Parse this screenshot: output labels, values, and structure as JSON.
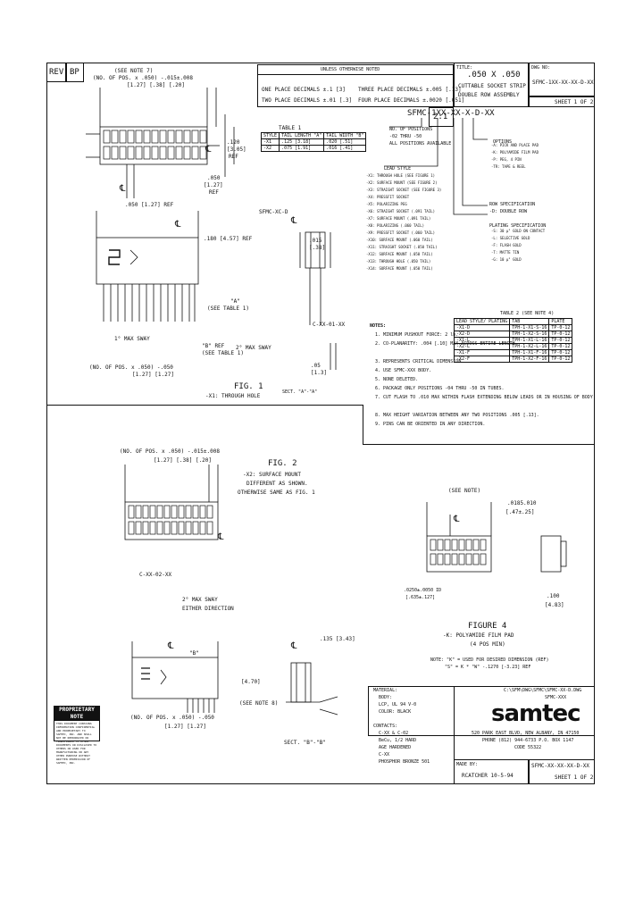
{
  "header": {
    "rev_label": "REV",
    "rev_value": "BP",
    "dwg_no_label": "DWG NO:",
    "title_label": "TITLE:",
    "title_line1": ".050 X .050",
    "title_line2": "CUTTABLE SOCKET STRIP",
    "title_line3": "DOUBLE ROW ASSEMBLY",
    "dwg_no": "SFMC-1XX-XX-XX-D-XX",
    "sheet": "SHEET 1 OF 2",
    "tol_header": "UNLESS OTHERWISE NOTED",
    "tol_1": "ONE PLACE DECIMALS ±.1 [3]",
    "tol_2": "THREE PLACE DECIMALS ±.005 [.13]",
    "tol_3": "TWO PLACE DECIMALS ±.01 [.3]",
    "tol_4": "FOUR PLACE DECIMALS ±.0020 [.051]",
    "scale": "2:1"
  },
  "part_code": {
    "pattern": "SFMC-1XX-XX-X-D-XX",
    "no_positions": "NO. OF POSITIONS",
    "positions_range": "-02 THRU -50",
    "positions_note": "ALL POSITIONS AVAILABLE",
    "lead_style": "LEAD STYLE",
    "plating": "PLATING SPECIFICATION",
    "row_spec": "ROW SPECIFICATION",
    "row_value": "-D: DOUBLE ROW",
    "options": "OPTIONS"
  },
  "table1": {
    "caption": "TABLE 1",
    "headers": [
      "STYLE",
      "TAIL LENGTH \"A\"",
      "TAIL WIDTH \"B\""
    ],
    "rows": [
      [
        "-X1",
        ".125 [3.18]",
        ".020 [.51]"
      ],
      [
        "-X2",
        ".075 [1.91]",
        ".016 [.41]"
      ]
    ]
  },
  "table2": {
    "caption": "TABLE 2 (SEE NOTE 4)",
    "headers": [
      "LEAD STYLE/ PLATING",
      "TAB",
      "PLATE"
    ],
    "rows": [
      [
        "-X1-D",
        "TPH-1-X1-S-16",
        "TP-0-12"
      ],
      [
        "-X2-D",
        "TPH-1-X2-S-16",
        "TP-0-12"
      ],
      [
        "-X1-L",
        "TPH-1-X1-L-16",
        "TP-0-12"
      ],
      [
        "-X2-L",
        "TPH-1-X2-L-16",
        "TP-0-12"
      ],
      [
        "-X1-F",
        "TPH-1-X1-F-16",
        "TP-0-12"
      ],
      [
        "-X2-F",
        "TPH-1-X2-F-16",
        "TP-0-12"
      ]
    ]
  },
  "notes": {
    "title": "NOTES:",
    "items": [
      "1. MINIMUM PUSHOUT FORCE: 2 lb.",
      "2. CO-PLANARITY: .004 [.10] MAX ACROSS ENTIRE LENGTH",
      "3. REPRESENTS CRITICAL DIMENSION.",
      "4. USE SFMC-XXX BODY.",
      "5. NONE DELETED.",
      "6. PACKAGE ONLY POSITIONS -04 THRU -50 IN TUBES.",
      "7. CUT FLASH TO .010 MAX WITHIN FLASH EXTENDING BELOW LEADS OR IN HOUSING OF BODY.",
      "8. MAX HEIGHT VARIATION BETWEEN ANY TWO POSITIONS .005 [.13].",
      "9. PINS CAN BE ORIENTED IN ANY DIRECTION."
    ]
  },
  "fig1": {
    "title": "FIG. 1",
    "subtitle": "-X1: THROUGH HOLE",
    "sect_label": "SECT. \"A\"-\"A\"",
    "dim_pos": "(NO. OF POS. x .050) -.015±.008",
    "dim_pos_mm": "[1.27]  [.38]  [.20]",
    "see_note7": "(SEE NOTE 7)",
    "dim_120": ".120",
    "dim_120mm": "[3.05]",
    "ref": "REF",
    "dim_050": ".050",
    "dim_050mm": "[1.27]",
    "dim_050ref": ".050 [1.27] REF",
    "part_ref": "SFMC-XC-D",
    "dim_180": ".180 [4.57] REF",
    "label_a": "\"A\"",
    "see_table1": "(SEE TABLE 1)",
    "max_sway1": "1° MAX SWAY",
    "max_sway2": "2° MAX SWAY",
    "label_b": "\"B\" REF",
    "see_table1b": "(SEE TABLE 1)",
    "dim_bottom": "(NO. OF POS. x .050) -.050",
    "dim_bottom_mm": "[1.27]  [1.27]",
    "dim_015": ".015",
    "dim_015mm": "[.38]",
    "dim_05": ".05",
    "dim_05mm": "[1.3]",
    "code_c": "C-XX-01-XX"
  },
  "fig2": {
    "title": "FIG. 2",
    "line1": "-X2: SURFACE MOUNT",
    "line2": "DIFFERENT AS SHOWN.",
    "line3": "OTHERWISE SAME AS FIG. 1",
    "dim_pos": "(NO. OF POS. x .050) -.015±.008",
    "dim_pos_mm": "[1.27]  [.38]  [.20]",
    "code_c": "C-XX-02-XX",
    "sway": "2° MAX SWAY",
    "sway2": "EITHER DIRECTION",
    "dim_bottom": "(NO. OF POS. x .050) -.050",
    "dim_bottom_mm": "[1.27]  [1.27]",
    "dim_135": ".135 [3.43]",
    "dim_4": "[4.70]",
    "see_note8": "(SEE NOTE 8)",
    "sect": "SECT. \"B\"-\"B\"",
    "b_label": "\"B\""
  },
  "fig4": {
    "title": "FIGURE 4",
    "line1": "-K: POLYAMIDE FILM PAD",
    "line2": "(4 POS MIN)",
    "note": "NOTE: \"K\" = USED FOR DESIRED DIMENSION (REF)",
    "note2": "\"S\" = K * \"W\" -.1270 [-3.23] REF",
    "see_note": "(SEE NOTE)",
    "dim_1": ".0185.010",
    "dim_1mm": "[.47±.25]",
    "dim_2": ".0250±.0050 ID",
    "dim_2mm": "[.635±.127]",
    "dim_100": ".100",
    "dim_100mm": "[4.83]"
  },
  "material": {
    "label": "MATERIAL:",
    "body_label": "BODY:",
    "body_1": "LCP, UL 94 V-0",
    "body_2": "COLOR: BLACK",
    "contacts_label": "CONTACTS:",
    "c1": "C-XX & C-02",
    "c2": "BeCu, 1/2 HARD",
    "c3": "AGE HARDENED",
    "c4": "C-XX",
    "c5": "PHOSPHOR BRONZE 501"
  },
  "company": {
    "logo": "samtec",
    "filepath": "C:\\SFM\\DWG\\SFMC\\SFMC-XX-D.DWG",
    "file2": "SFMC-XXX",
    "address": "520 PARK EAST BLVD, NEW ALBANY, IN 47150",
    "phone": "PHONE (812) 944-6733  P.O. BOX 1147",
    "code": "CODE 55322",
    "made_by": "MADE BY:",
    "drawn": "RCATCHER 10-5-94",
    "dwg_no_bottom": "SFMC-XX-XX-XX-D-XX",
    "sheet_bottom": "SHEET 1 OF 2"
  },
  "prop_note": {
    "title": "PROPRIETARY NOTE",
    "text": "THIS DOCUMENT CONTAINS INFORMATION CONFIDENTIAL AND PROPRIETARY TO SAMTEC, INC. AND SHALL NOT BE REPRODUCED OR TRANSFERRED TO OTHER DOCUMENTS OR DISCLOSED TO OTHERS OR USED FOR MANUFACTURING OR ANY OTHER PURPOSE WITHOUT WRITTEN PERMISSION OF SAMTEC, INC."
  },
  "cl": "℄"
}
